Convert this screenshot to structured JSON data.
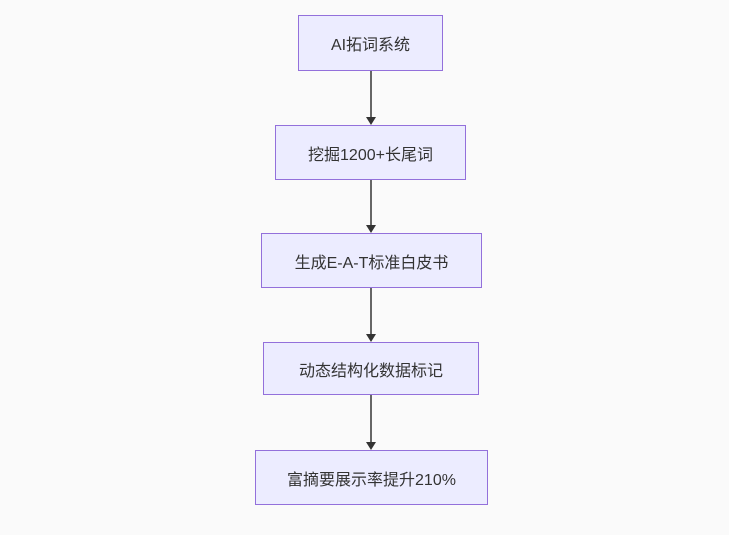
{
  "diagram": {
    "type": "flowchart-vertical",
    "theme": {
      "background": "#fafafa",
      "node_fill": "#ECECFF",
      "node_border": "#9370DB",
      "node_text_color": "#333333",
      "edge_line_color": "#666666",
      "arrowhead_color": "#333333"
    },
    "nodes": [
      {
        "id": "A",
        "label": "AI拓词系统"
      },
      {
        "id": "B",
        "label": "挖掘1200+长尾词"
      },
      {
        "id": "C",
        "label": "生成E-A-T标准白皮书"
      },
      {
        "id": "D",
        "label": "动态结构化数据标记"
      },
      {
        "id": "E",
        "label": "富摘要展示率提升210%"
      }
    ],
    "edges": [
      {
        "from": "A",
        "to": "B"
      },
      {
        "from": "B",
        "to": "C"
      },
      {
        "from": "C",
        "to": "D"
      },
      {
        "from": "D",
        "to": "E"
      }
    ]
  }
}
